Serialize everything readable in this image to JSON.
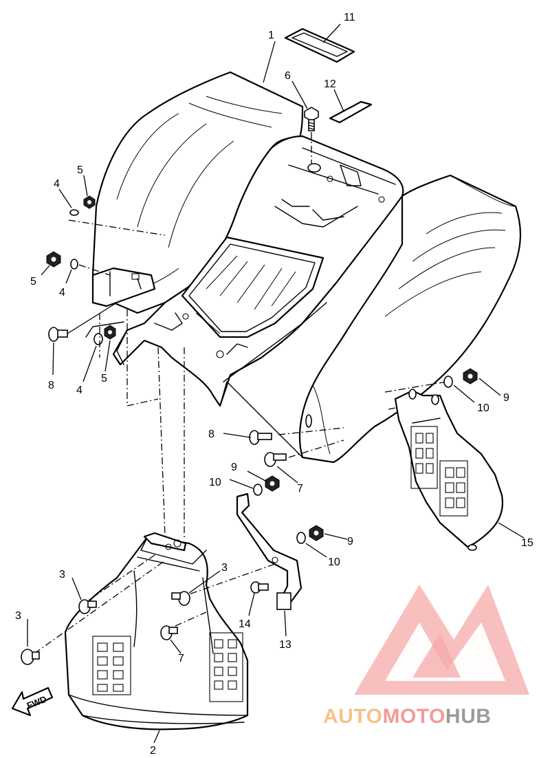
{
  "callouts": {
    "c1": "1",
    "c2": "2",
    "c3a": "3",
    "c3b": "3",
    "c3c": "3",
    "c4a": "4",
    "c4b": "4",
    "c4c": "4",
    "c5a": "5",
    "c5b": "5",
    "c5c": "5",
    "c6": "6",
    "c7a": "7",
    "c7b": "7",
    "c8a": "8",
    "c8b": "8",
    "c9a": "9",
    "c9b": "9",
    "c9c": "9",
    "c10a": "10",
    "c10b": "10",
    "c10c": "10",
    "c11": "11",
    "c12": "12",
    "c13": "13",
    "c14": "14",
    "c15": "15"
  },
  "direction_arrow": {
    "label": "FWD"
  },
  "watermark": {
    "part1": "AUTO",
    "part2": "MOTO",
    "part3": "HUB",
    "colors": {
      "auto": "#F6C28A",
      "moto": "#F29A9A",
      "hub": "#9B9B9B",
      "logo": "#F28A8A"
    }
  }
}
